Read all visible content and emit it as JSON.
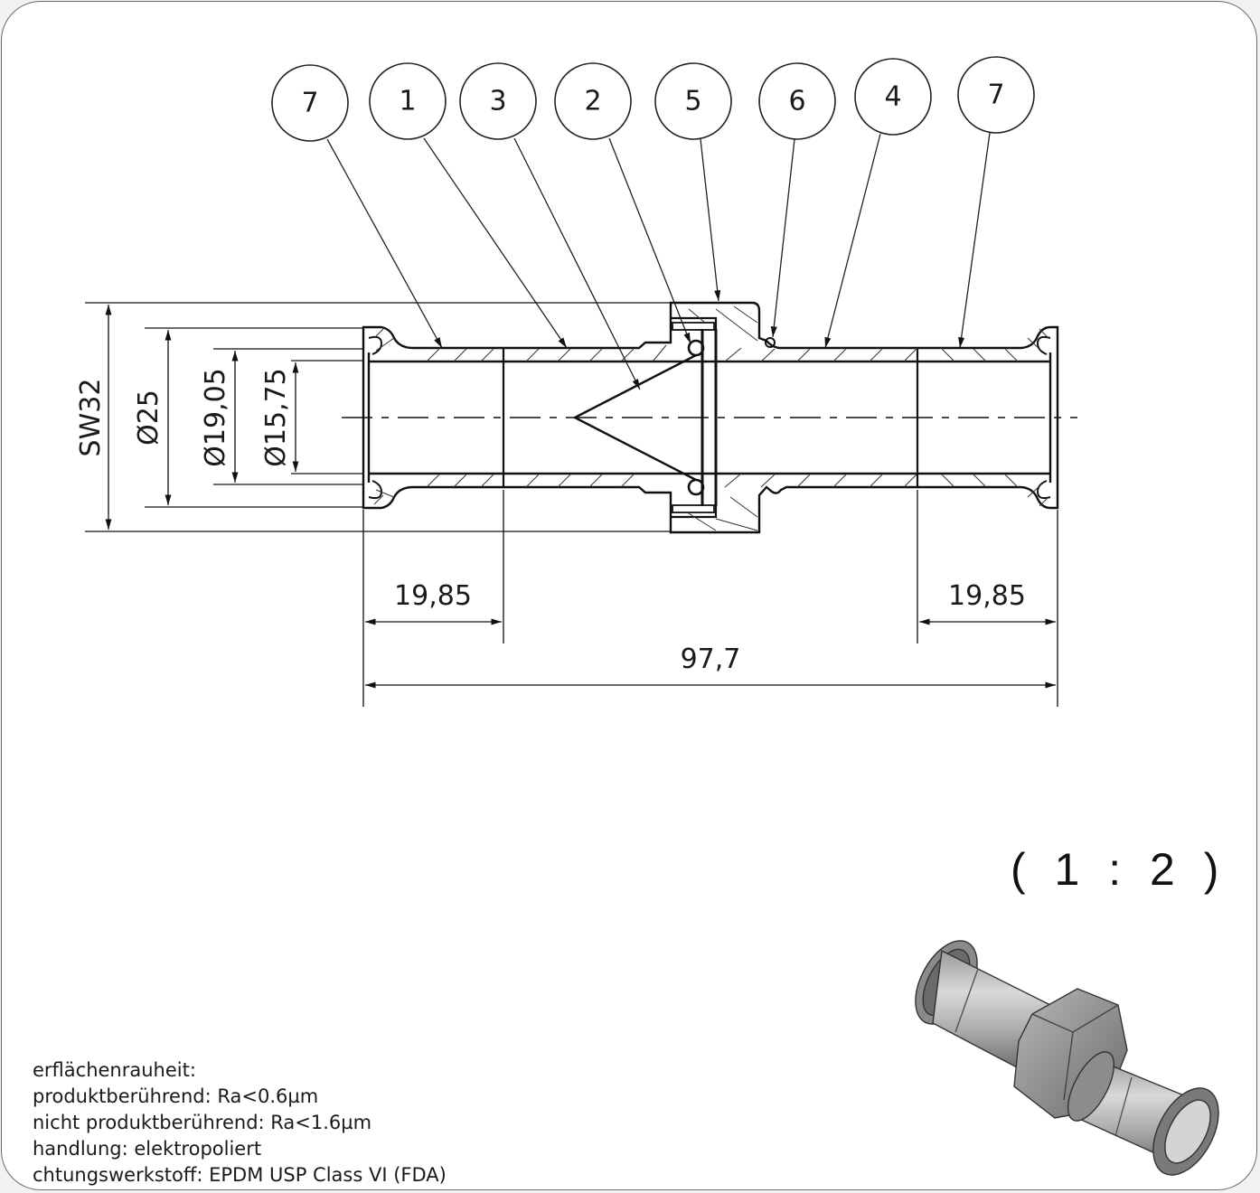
{
  "drawing": {
    "balloons": [
      "7",
      "1",
      "3",
      "2",
      "5",
      "6",
      "4",
      "7"
    ],
    "dimensions": {
      "wrench_size": "SW32",
      "outer_diameter": "Ø25",
      "flange_diameter": "Ø19,05",
      "inner_diameter": "Ø15,75",
      "left_length": "19,85",
      "right_length": "19,85",
      "total_length": "97,7"
    },
    "scale_label": "( 1 : 2 )",
    "notes": [
      "erflächenrauheit:",
      "produktberührend: Ra<0.6µm",
      "nicht produktberührend: Ra<1.6µm",
      "handlung: elektropoliert",
      "chtungswerkstoff: EPDM USP Class VI (FDA)"
    ],
    "iso_view": "isometric-3d-view"
  },
  "colors": {
    "line": "#111111",
    "frame": "#6a6a6a",
    "background": "#ffffff"
  }
}
